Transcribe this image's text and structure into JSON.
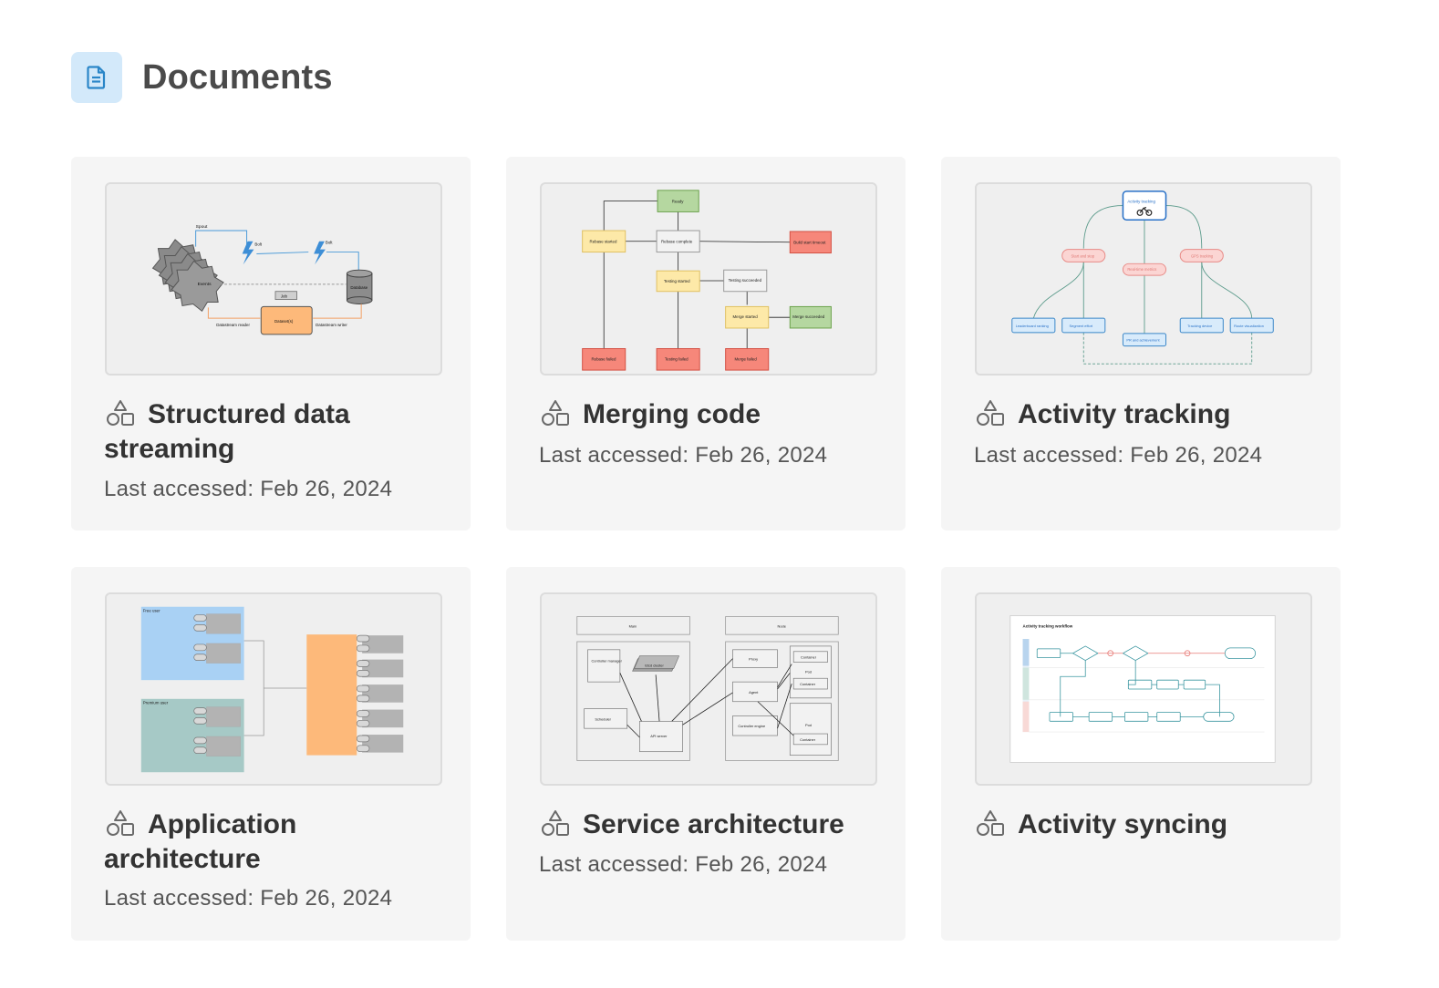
{
  "page": {
    "title": "Documents",
    "icon": "document-icon"
  },
  "colors": {
    "accent": "#2a86c8",
    "icon_bg": "#d3e9fa",
    "card_bg": "#f5f5f5"
  },
  "cards": [
    {
      "title": "Structured data streaming",
      "meta": "Last accessed: Feb 26, 2024",
      "icon": "shapes-icon",
      "thumb": {
        "labels": [
          "Spout",
          "Bolt",
          "Bolt",
          "Events",
          "Job",
          "Database",
          "Dataset(s)",
          "Datastream reader",
          "Datastream writer"
        ]
      }
    },
    {
      "title": "Merging code",
      "meta": "Last accessed: Feb 26, 2024",
      "icon": "shapes-icon",
      "thumb": {
        "labels": [
          "Ready",
          "Rebase started",
          "Rebase complete",
          "Build start timeout",
          "Testing started",
          "Testing succeeded",
          "Merge started",
          "Merge succeeded",
          "Rebase failed",
          "Testing failed",
          "Merge failed"
        ]
      }
    },
    {
      "title": "Activity tracking",
      "meta": "Last accessed: Feb 26, 2024",
      "icon": "shapes-icon",
      "thumb": {
        "labels": [
          "Activity tracking",
          "Start and stop",
          "Real-time metrics",
          "GPS tracking",
          "Leaderboard ranking",
          "Segment effort",
          "PR and achievement",
          "Tracking device",
          "Route visualization"
        ]
      }
    },
    {
      "title": "Application architecture",
      "meta": "Last accessed: Feb 26, 2024",
      "icon": "shapes-icon",
      "thumb": {
        "labels": [
          "Free user",
          "Premium user"
        ]
      }
    },
    {
      "title": "Service architecture",
      "meta": "Last accessed: Feb 26, 2024",
      "icon": "shapes-icon",
      "thumb": {
        "labels": [
          "Main",
          "Node",
          "Controller manager",
          "Etcd cluster",
          "Scheduler",
          "API server",
          "Proxy",
          "Agent",
          "Controller engine",
          "Container",
          "Pod",
          "Container",
          "Pod",
          "Container"
        ]
      }
    },
    {
      "title": "Activity syncing",
      "meta": "",
      "icon": "shapes-icon",
      "thumb": {
        "labels": [
          "Activity tracking workflow"
        ]
      }
    }
  ]
}
